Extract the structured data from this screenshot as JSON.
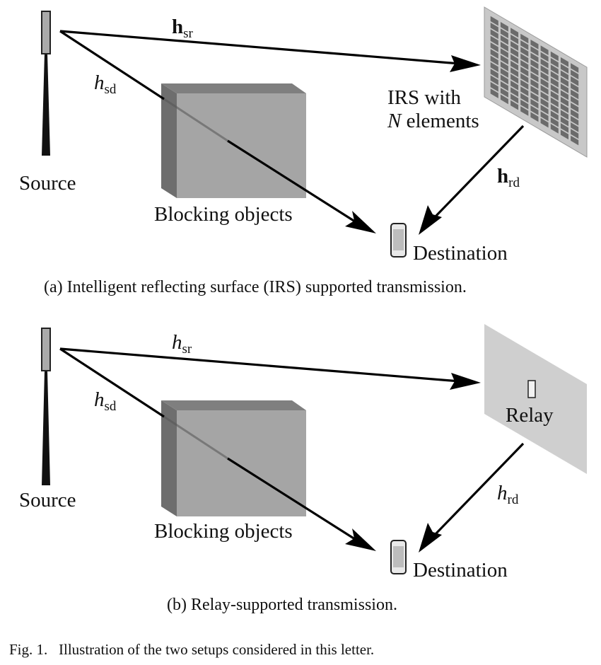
{
  "panel_a": {
    "source_label": "Source",
    "blocking_label": "Blocking objects",
    "destination_label": "Destination",
    "irs_label_line1": "IRS with",
    "irs_label_n": "N",
    "irs_label_line2_rest": " elements",
    "channel_sr": {
      "base": "h",
      "sub": "sr",
      "bold": true
    },
    "channel_sd": {
      "base": "h",
      "sub": "sd",
      "bold": false
    },
    "channel_rd": {
      "base": "h",
      "sub": "rd",
      "bold": true
    },
    "caption": "(a) Intelligent reflecting surface (IRS) supported transmission."
  },
  "panel_b": {
    "source_label": "Source",
    "blocking_label": "Blocking objects",
    "destination_label": "Destination",
    "relay_label": "Relay",
    "channel_sr": {
      "base": "h",
      "sub": "sr",
      "bold": false
    },
    "channel_sd": {
      "base": "h",
      "sub": "sd",
      "bold": false
    },
    "channel_rd": {
      "base": "h",
      "sub": "rd",
      "bold": false
    },
    "caption": "(b) Relay-supported transmission."
  },
  "figure_caption": "Fig. 1.   Illustration of the two setups considered in this letter.",
  "irs_grid": {
    "rows": 12,
    "cols": 9
  },
  "colors": {
    "line": "#000000",
    "box_front": "#a6a6a6",
    "box_top": "#7d7d7d",
    "box_side": "#6a6a6a",
    "irs_frame": "#c9c9c9",
    "irs_cell": "#6b6b6b",
    "relay_panel": "#cfcfcf"
  }
}
